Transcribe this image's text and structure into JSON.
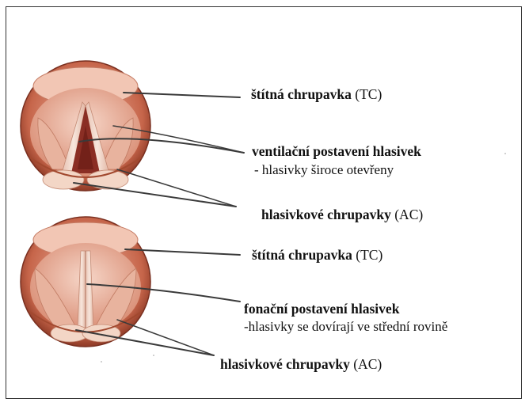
{
  "panels": [
    {
      "state": "open",
      "labels": [
        {
          "bold": "štítná chrupavka",
          "normal": " (TC)"
        },
        {
          "bold": "ventilační postavení hlasivek",
          "normal": ""
        },
        {
          "bold": "",
          "normal": "- hlasivky široce otevřeny"
        },
        {
          "bold": "hlasivkové chrupavky",
          "normal": " (AC)"
        }
      ]
    },
    {
      "state": "closed",
      "labels": [
        {
          "bold": "štítná chrupavka",
          "normal": " (TC)"
        },
        {
          "bold": "fonační postavení hlasivek",
          "normal": ""
        },
        {
          "bold": "",
          "normal": "-hlasivky se dovírají ve střední rovině"
        },
        {
          "bold": "hlasivkové chrupavky",
          "normal": " (AC)"
        }
      ]
    }
  ],
  "colors": {
    "rim": "#b8543a",
    "rim_dark": "#8e3a26",
    "tissue": "#e9b4a0",
    "tissue_light": "#f3d2c4",
    "cord": "#f1dcd0",
    "glottis": "#8a2e24",
    "leader": "#3a3a3a"
  }
}
